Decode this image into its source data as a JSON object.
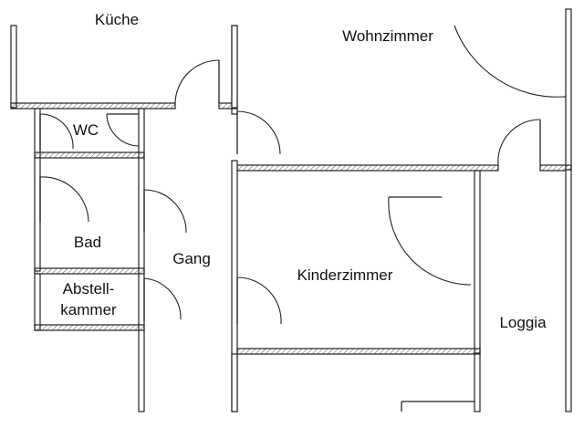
{
  "rooms": {
    "kueche": "Küche",
    "wohnzimmer": "Wohnzimmer",
    "wc": "WC",
    "bad": "Bad",
    "gang": "Gang",
    "abstellkammer_line1": "Abstell-",
    "abstellkammer_line2": "kammer",
    "kinderzimmer": "Kinderzimmer",
    "loggia": "Loggia"
  },
  "colors": {
    "wall_line": "#222222",
    "background": "#ffffff"
  }
}
